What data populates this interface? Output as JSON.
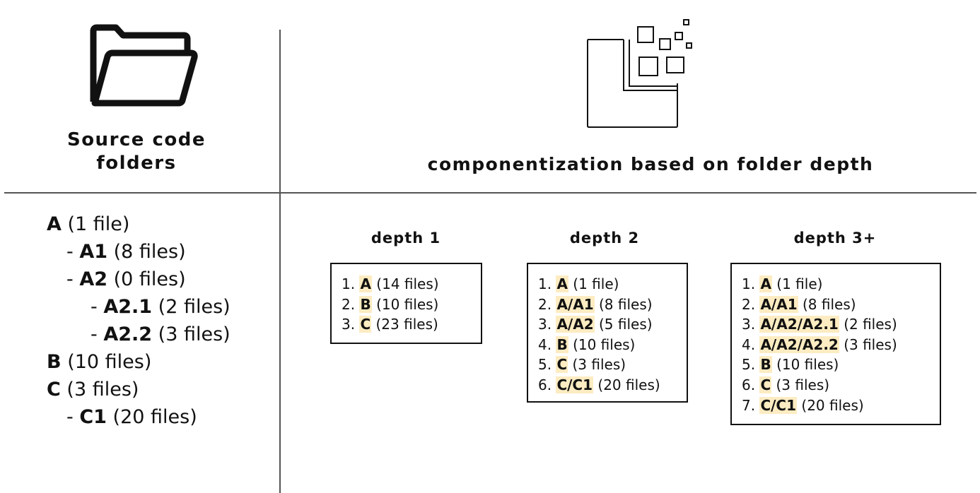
{
  "header": {
    "left_title_line1": "Source code",
    "left_title_line2": "folders",
    "right_title": "componentization based on folder depth"
  },
  "icons": {
    "left": "folder-icon",
    "right": "componentization-icon"
  },
  "tree": [
    {
      "indent": 0,
      "name": "A",
      "count": "(1 file)"
    },
    {
      "indent": 1,
      "name": "A1",
      "count": "(8 files)"
    },
    {
      "indent": 1,
      "name": "A2",
      "count": "(0 files)"
    },
    {
      "indent": 2,
      "name": "A2.1",
      "count": "(2 files)"
    },
    {
      "indent": 2,
      "name": "A2.2",
      "count": "(3 files)"
    },
    {
      "indent": 0,
      "name": "B",
      "count": "(10 files)"
    },
    {
      "indent": 0,
      "name": "C",
      "count": "(3 files)"
    },
    {
      "indent": 1,
      "name": "C1",
      "count": "(20 files)"
    }
  ],
  "columns": [
    {
      "title": "depth 1",
      "items": [
        {
          "num": "1.",
          "name": "A",
          "count": "(14 files)"
        },
        {
          "num": "2.",
          "name": "B",
          "count": "(10 files)"
        },
        {
          "num": "3.",
          "name": "C",
          "count": "(23 files)"
        }
      ]
    },
    {
      "title": "depth 2",
      "items": [
        {
          "num": "1.",
          "name": "A",
          "count": "(1 file)"
        },
        {
          "num": "2.",
          "name": "A/A1",
          "count": "(8 files)"
        },
        {
          "num": "3.",
          "name": "A/A2",
          "count": "(5 files)"
        },
        {
          "num": "4.",
          "name": "B",
          "count": "(10 files)"
        },
        {
          "num": "5.",
          "name": "C",
          "count": "(3 files)"
        },
        {
          "num": "6.",
          "name": "C/C1",
          "count": "(20 files)"
        }
      ]
    },
    {
      "title": "depth 3+",
      "items": [
        {
          "num": "1.",
          "name": "A",
          "count": "(1 file)"
        },
        {
          "num": "2.",
          "name": "A/A1",
          "count": "(8 files)"
        },
        {
          "num": "3.",
          "name": "A/A2/A2.1",
          "count": "(2 files)"
        },
        {
          "num": "4.",
          "name": "A/A2/A2.2",
          "count": "(3 files)"
        },
        {
          "num": "5.",
          "name": "B",
          "count": "(10 files)"
        },
        {
          "num": "6.",
          "name": "C",
          "count": "(3 files)"
        },
        {
          "num": "7.",
          "name": "C/C1",
          "count": "(20 files)"
        }
      ]
    }
  ],
  "colors": {
    "highlight": "#fdecc2",
    "line": "#555555",
    "text": "#111111"
  }
}
